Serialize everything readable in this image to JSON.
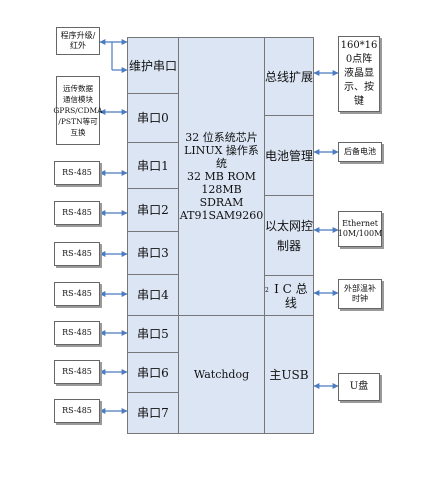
{
  "main_blocks": {
    "maintenance_port": "维护串口",
    "port0": "串口0",
    "port1": "串口1",
    "port2": "串口2",
    "port3": "串口3",
    "port4": "串口4",
    "port5": "串口5",
    "port6": "串口6",
    "port7": "串口7",
    "cpu_lines": [
      "32 位系统芯片",
      "LINUX 操作系统",
      "32 MB ROM",
      "128MB SDRAM",
      "AT91SAM9260"
    ],
    "watchdog": "Watchdog",
    "bus_expansion": "总线扩展",
    "battery_mgmt": "电池管理",
    "ethernet_ctrl_line1": "以太网控",
    "ethernet_ctrl_line2": "制器",
    "i2c_sup": "2",
    "i2c_text": "I C 总线",
    "main_usb": "主USB"
  },
  "external_blocks": {
    "program_upgrade": [
      "程序升级/",
      "红外"
    ],
    "remote_comm": [
      "远传数据",
      "通信模块",
      "GPRS/CDMA",
      "/PSTN等可",
      "互换"
    ],
    "rs485": "RS-485",
    "lcd": [
      "160*16",
      "0点阵",
      "液晶显",
      "示、按",
      "键"
    ],
    "backup_battery": "后备电池",
    "ethernet": [
      "Ethernet",
      "10M/100M"
    ],
    "external_clock": [
      "外部温补",
      "时钟"
    ],
    "usb_disk": "U盘"
  }
}
